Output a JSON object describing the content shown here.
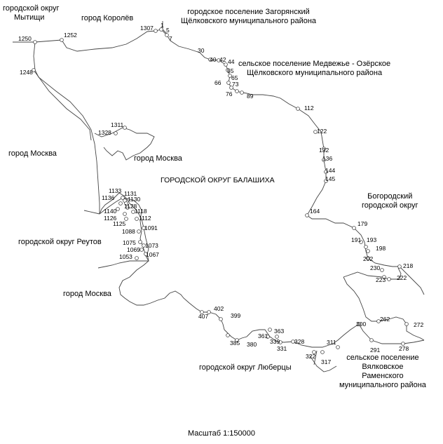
{
  "regions": {
    "mytishchi": [
      "городской округ",
      "Мытищи"
    ],
    "korolev": "город Королёв",
    "zagoryansky": [
      "городское поселение Загорянский",
      "Щёлковского муниципального района"
    ],
    "medvezhye": [
      "сельское поселение Медвежье - Озёрское",
      "Щёлковского муниципального района"
    ],
    "moscow_west": "город Москва",
    "moscow_enclave": "город Москва",
    "balashikha": "ГОРОДСКОЙ ОКРУГ БАЛАШИХА",
    "bogorodsky": [
      "Богородский",
      "городской округ"
    ],
    "reutov": "городской округ Реутов",
    "moscow_south": "город Москва",
    "lyubertsy": "городской округ Люберцы",
    "vyalkovskoe": [
      "сельское поселение",
      "Вялковское",
      "Раменского",
      "муниципального района"
    ]
  },
  "points": [
    "1250",
    "1252",
    "1307",
    "1",
    "5",
    "7",
    "1248",
    "30",
    "40",
    "42",
    "44",
    "55",
    "65",
    "66",
    "73",
    "76",
    "89",
    "112",
    "122",
    "132",
    "136",
    "144",
    "145",
    "164",
    "179",
    "191",
    "193",
    "198",
    "202",
    "218",
    "230",
    "223",
    "222",
    "262",
    "272",
    "278",
    "291",
    "300",
    "311",
    "317",
    "322",
    "328",
    "331",
    "339",
    "361",
    "363",
    "380",
    "385",
    "399",
    "402",
    "407",
    "1311",
    "1328",
    "1133",
    "1131",
    "1130",
    "1136",
    "1128",
    "1140",
    "1118",
    "1126",
    "1125",
    "1112",
    "1088",
    "1091",
    "1075",
    "1073",
    "1069",
    "1067",
    "1053"
  ],
  "scale": "Масштаб 1:150000"
}
